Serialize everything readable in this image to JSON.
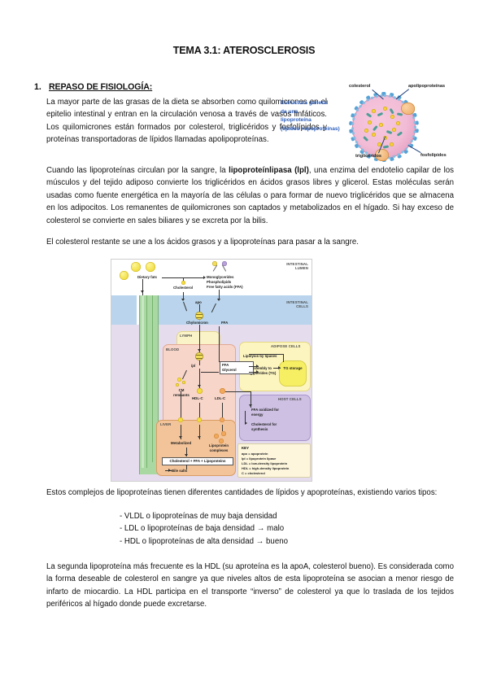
{
  "document": {
    "title": "TEMA 3.1: ATEROSCLEROSIS",
    "section": {
      "number": "1.",
      "title": "REPASO DE FISIOLOGÍA:"
    },
    "paragraphs": {
      "p1": "La mayor parte de las grasas de la dieta se absorben como quilomicrones en el epitelio intestinal y entran en la circulación venosa a través de vasos linfáticos. Los quilomicrones están formados por colesterol, triglicéridos y fosfolípidos y proteínas transportadoras de lípidos llamadas apolipoproteínas.",
      "p2_pre": "Cuando las lipoproteínas circulan por la sangre, la ",
      "p2_bold": "lipoproteínlipasa (lpl)",
      "p2_post": ", una enzima del endotelio capilar de los músculos y del tejido adiposo convierte los triglicéridos en ácidos grasos libres y glicerol. Estas moléculas serán usadas como fuente energética en la mayoría de las células o para formar de nuevo triglicéridos que se almacena en los adipocitos. Los remanentes de quilomicrones son captados y metabolizados en el hígado. Si hay exceso de colesterol se convierte en sales biliares y se excreta por la bilis.",
      "p3": "El colesterol restante se une a los ácidos grasos y a lipoproteínas para pasar a la sangre.",
      "p4": "Estos complejos de lipoproteínas tienen diferentes cantidades de lípidos y apoproteínas, existiendo varios tipos:",
      "p5": "La segunda lipoproteína más frecuente es la HDL (su aproteína es la apoA, colesterol bueno). Es considerada como la forma deseable de colesterol en sangre ya que niveles altos de esta lipoproteína se asocian a menor riesgo de infarto de miocardio. La HDL participa en el transporte “inverso” de colesterol ya que lo traslada de los tejidos periféricos al hígado donde puede excretarse."
    },
    "bullets": [
      "- VLDL o lipoproteínas de muy baja densidad",
      "- LDL o lipoproteínas de baja densidad → malo",
      "- HDL o lipoproteínas de alta densidad → bueno"
    ]
  },
  "lipoprotein_figure": {
    "caption_lines": [
      "Estructura general",
      "de una",
      "lipoproteína",
      "(lípidos +apoproteínas)"
    ],
    "labels": {
      "cholesterol": "colesterol",
      "apolipoproteins": "apolipoproteínas",
      "triglycerides": "triglicéridos",
      "phospholipids": "fosfolípidos"
    },
    "colors": {
      "caption_text": "#2b5fbe",
      "shell": "#4f9fd4",
      "core": "#f2bcd6",
      "apo": "#eca65f",
      "cholesterol_dot": "#f7cf3a",
      "triglyceride_rod": "#4d9e95"
    }
  },
  "metabolic_diagram": {
    "regions": {
      "intestinal_lumen": "INTESTINAL LUMEN",
      "intestinal_cells": "INTESTINAL CELLS",
      "lymph": "LYMPH",
      "blood": "BLOOD",
      "adipose_cells": "ADIPOSE CELLS",
      "host_cells": "HOST CELLS",
      "liver": "LIVER"
    },
    "labels": {
      "dietary_fats": "Dietary fats",
      "cholesterol": "Cholesterol",
      "monoglycerides": "Monoglycerides",
      "phospholipids": "Phospholipids",
      "free_fatty_acids": "Free fatty acids (FFA)",
      "apo": "apo",
      "cm": "CM",
      "chylomicron": "Chylomicron",
      "ffa": "FFA",
      "lpl": "lpl",
      "ffa_box": "FFA",
      "glycerol": "Glycerol",
      "cm_remnants": "CM remnants",
      "hdl_c": "HDL-C",
      "ldl_c": "LDL-C",
      "lipolysis": "Lipolysis by lipases",
      "reassembly": "Reassembly to triglycerides (TG)",
      "tg_storage": "TG storage",
      "ffa_oxidized": "FFA oxidized for energy",
      "cholesterol_synthesis": "Cholesterol for synthesis",
      "metabolized": "Metabolized",
      "lipoprotein_complexes": "Lipoprotein complexes",
      "chol_ffa_lipo_box": "Cholesterol + FFA + Lipoproteins",
      "bile_salts": "Bile salts"
    },
    "key": {
      "title": "KEY",
      "entries": [
        {
          "abbr": "apo",
          "eq": "=",
          "text": "apoprotein"
        },
        {
          "abbr": "lpl",
          "eq": "=",
          "text": "lipoprotein lipase"
        },
        {
          "abbr": "LDL",
          "eq": "=",
          "text": "low-density lipoprotein"
        },
        {
          "abbr": "HDL",
          "eq": "=",
          "text": "high-density lipoprotein"
        },
        {
          "abbr": "C",
          "eq": "=",
          "text": "cholesterol"
        }
      ]
    },
    "colors": {
      "intestinal_cells": "#b9d4ec",
      "body": "#e5dcee",
      "lymph_vessel": "#aad8a2",
      "lymph_region": "#fbf3c8",
      "blood_region": "#f7d5c9",
      "adipose_region": "#fdf5c0",
      "tg_storage": "#f6ef63",
      "host_cells": "#cdc0e2",
      "liver": "#f3c49a",
      "key_box": "#fdf6dd"
    }
  }
}
